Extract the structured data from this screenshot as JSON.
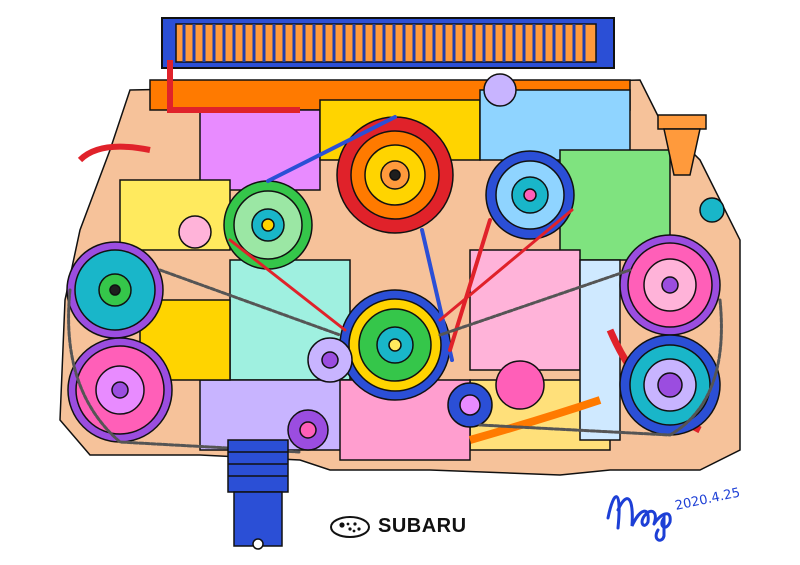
{
  "artwork": {
    "subject": "illustration-of-boxer-engine",
    "palette": [
      "#2b4fd6",
      "#e0222a",
      "#ff7a00",
      "#ffd400",
      "#35c64a",
      "#19b6c9",
      "#9b4de0",
      "#ff5fb8",
      "#1e1e1e"
    ]
  },
  "brand": {
    "text": "SUBARU",
    "logo": "subaru-stars-logo"
  },
  "signature": {
    "name": "nag",
    "date": "2020.4.25",
    "color": "#1d3fd6"
  }
}
